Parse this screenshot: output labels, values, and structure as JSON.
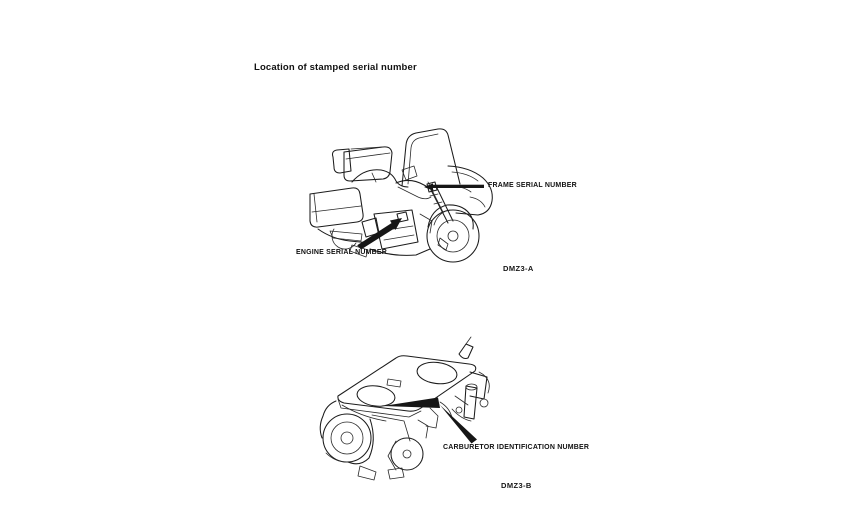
{
  "document": {
    "title": "Location of stamped serial number",
    "figure_a": {
      "name": "motorcycle-serial-number-locations",
      "caption": "DMZ3-A",
      "label_frame": "FRAME SERIAL NUMBER",
      "label_engine": "ENGINE SERIAL NUMBER"
    },
    "figure_b": {
      "name": "carburetor-identification-location",
      "caption": "DMZ3-B",
      "label_carburetor": "CARBURETOR IDENTIFICATION NUMBER"
    }
  },
  "colors": {
    "ink": "#161616",
    "paper": "#ffffff"
  }
}
